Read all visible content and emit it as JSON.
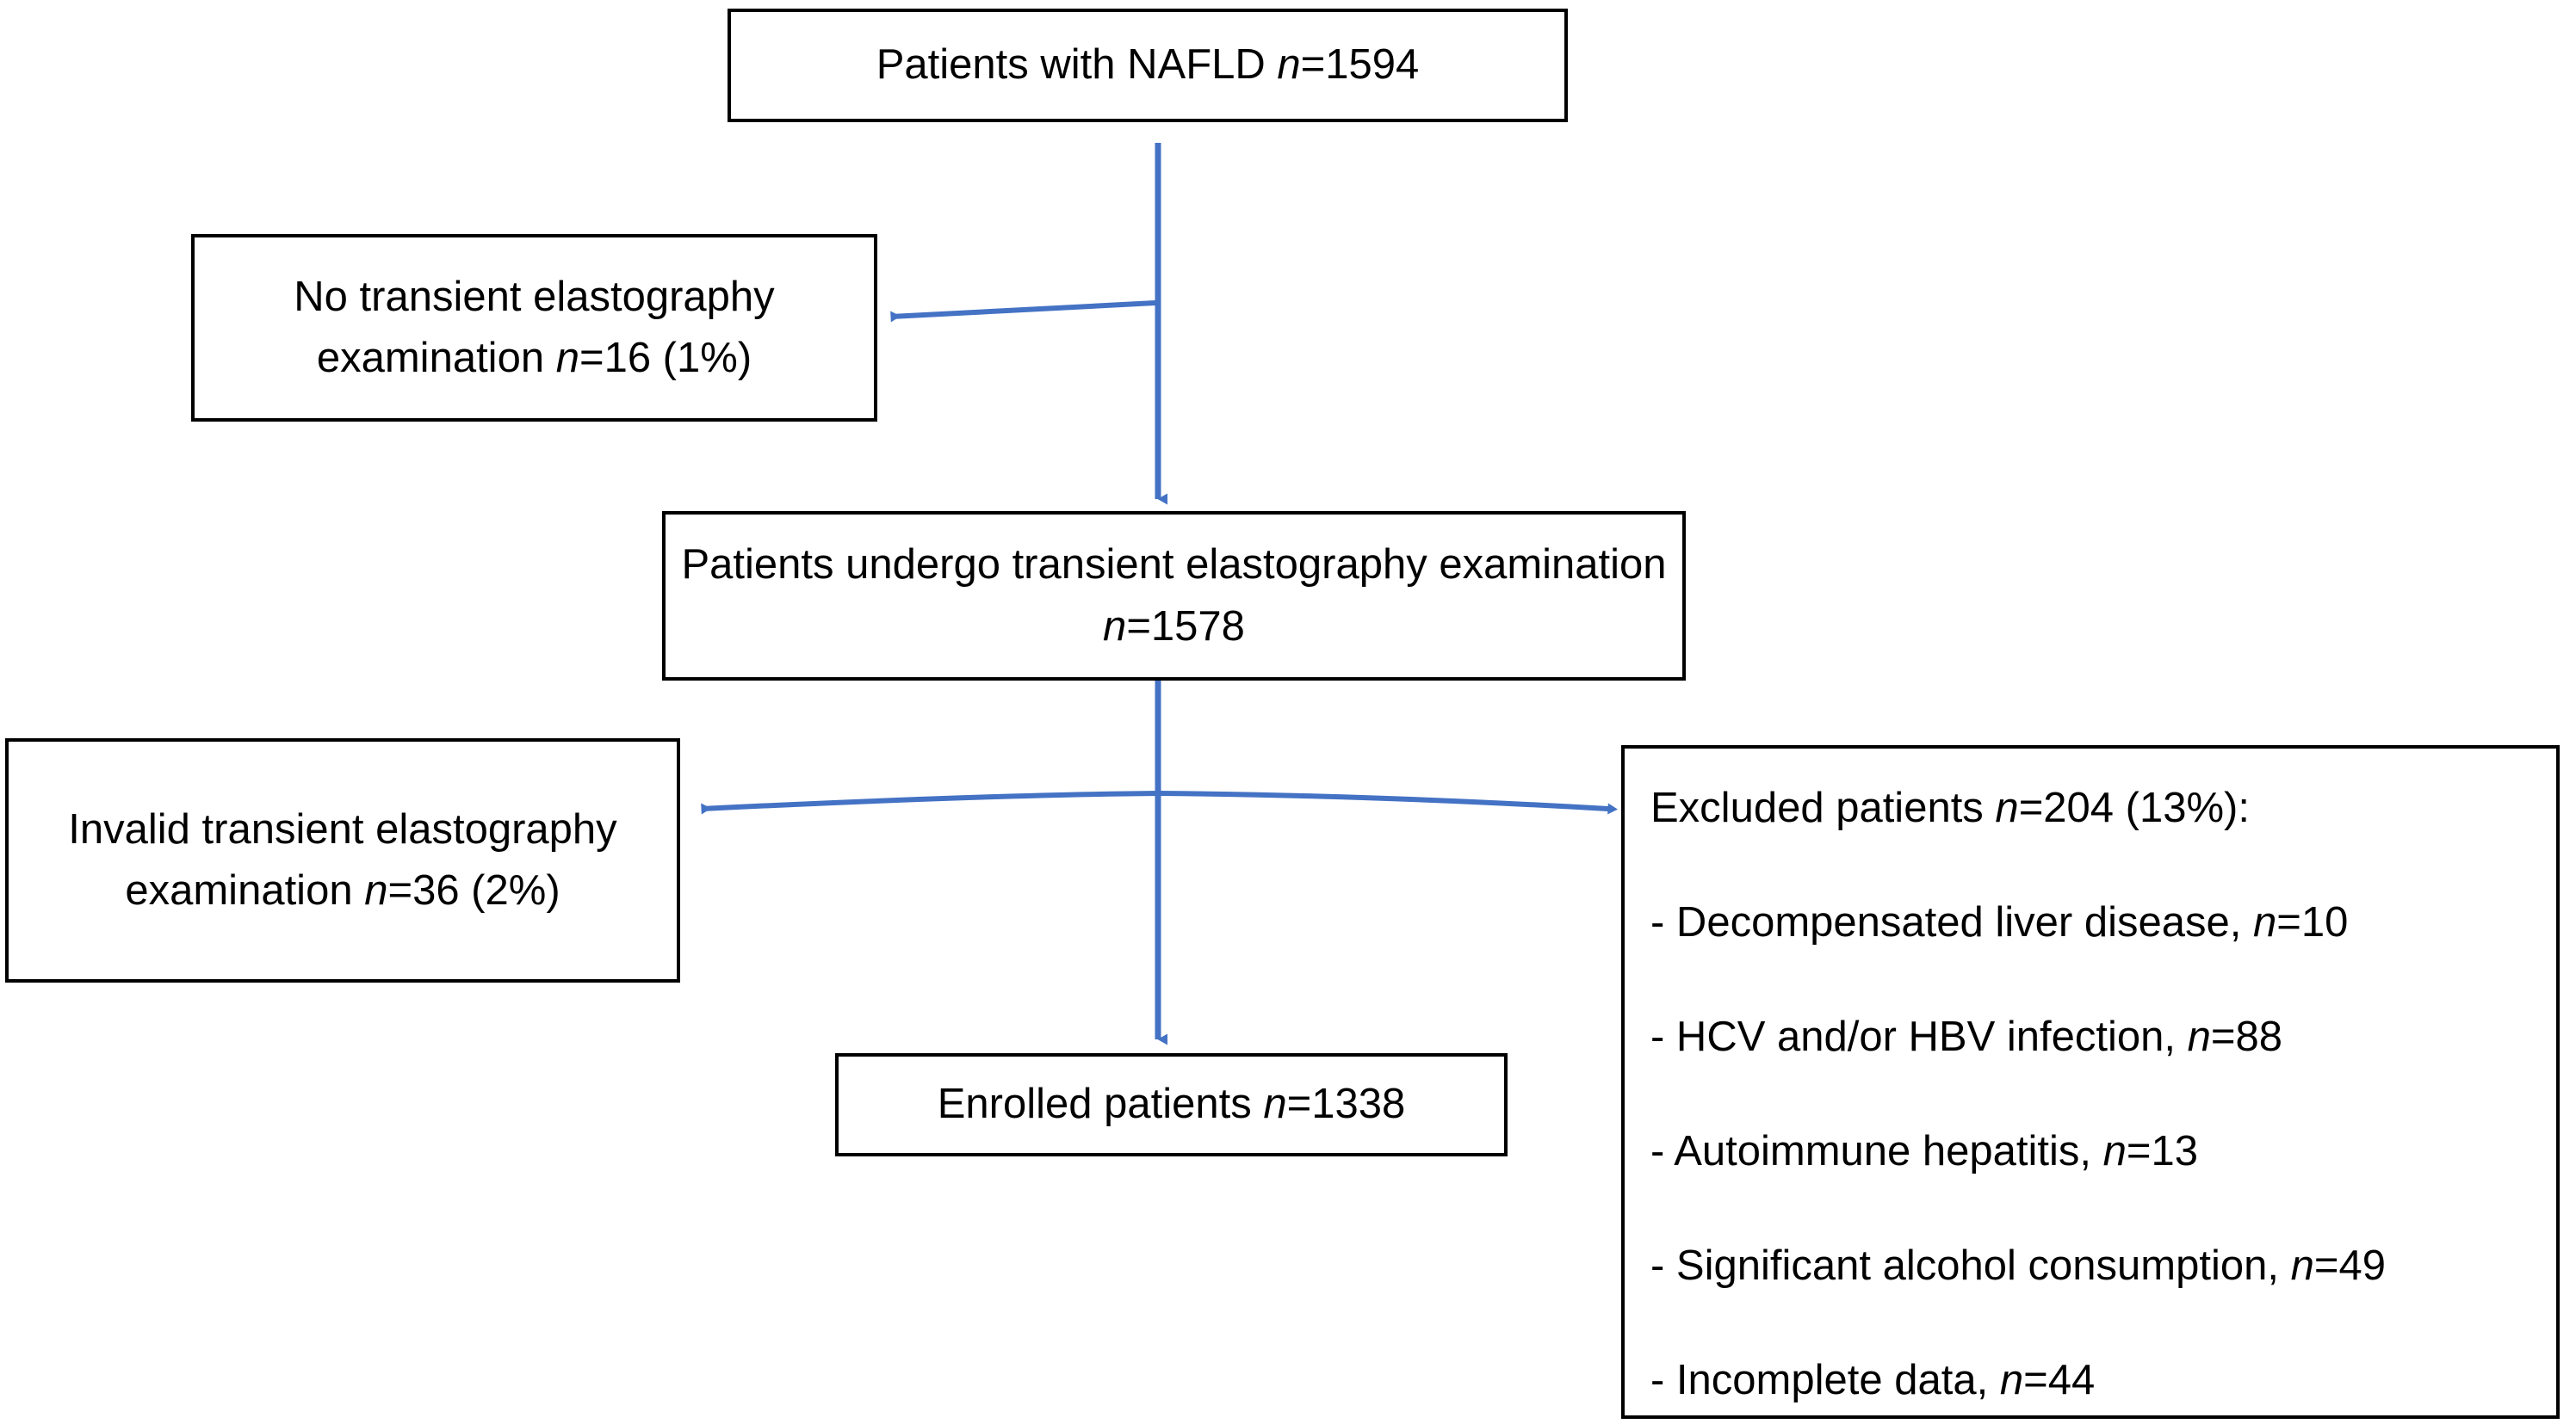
{
  "diagram": {
    "title": "NAFLD patient enrollment flow diagram",
    "accent_color": "#4472C4",
    "border_color": "#000000",
    "background_color": "#FFFFFF",
    "text_color": "#000000"
  },
  "nodes": {
    "top": {
      "name": "patients-with-nafld",
      "text": "Patients with n=1594",
      "label": "Patients with NAFLD ",
      "var": "n",
      "value": "=1594"
    },
    "no_te": {
      "name": "no-transient-elastography",
      "label": "No transient elastography examination ",
      "var": "n",
      "value": "=16 (1%)"
    },
    "undergo": {
      "name": "patients-undergo-te",
      "label": "Patients undergo transient elastography examination ",
      "var": "n",
      "value": "=1578"
    },
    "invalid": {
      "name": "invalid-te-examination",
      "label": "Invalid transient elastography examination ",
      "var": "n",
      "value": "=36 (2%)"
    },
    "enrolled": {
      "name": "enrolled-patients",
      "label": "Enrolled patients ",
      "var": "n",
      "value": "=1338"
    },
    "excluded": {
      "name": "excluded-patients",
      "header_label": "Excluded patients ",
      "header_var": "n",
      "header_value": "=204 (13%):",
      "items": [
        {
          "label": "- Decompensated liver disease, ",
          "var": "n",
          "value": "=10"
        },
        {
          "label": "- HCV and/or HBV infection, ",
          "var": "n",
          "value": "=88"
        },
        {
          "label": "- Autoimmune hepatitis, ",
          "var": "n",
          "value": "=13"
        },
        {
          "label": "- Significant alcohol consumption, ",
          "var": "n",
          "value": "=49"
        },
        {
          "label": "- Incomplete data, ",
          "var": "n",
          "value": "=44"
        }
      ]
    }
  },
  "connectors": [
    {
      "name": "top-to-undergo",
      "kind": "arrow-down"
    },
    {
      "name": "trunk-to-no-te",
      "kind": "arrow-left"
    },
    {
      "name": "undergo-to-enrolled",
      "kind": "arrow-down"
    },
    {
      "name": "trunk-to-invalid",
      "kind": "arrow-left"
    },
    {
      "name": "trunk-to-excluded",
      "kind": "arrow-right"
    }
  ]
}
